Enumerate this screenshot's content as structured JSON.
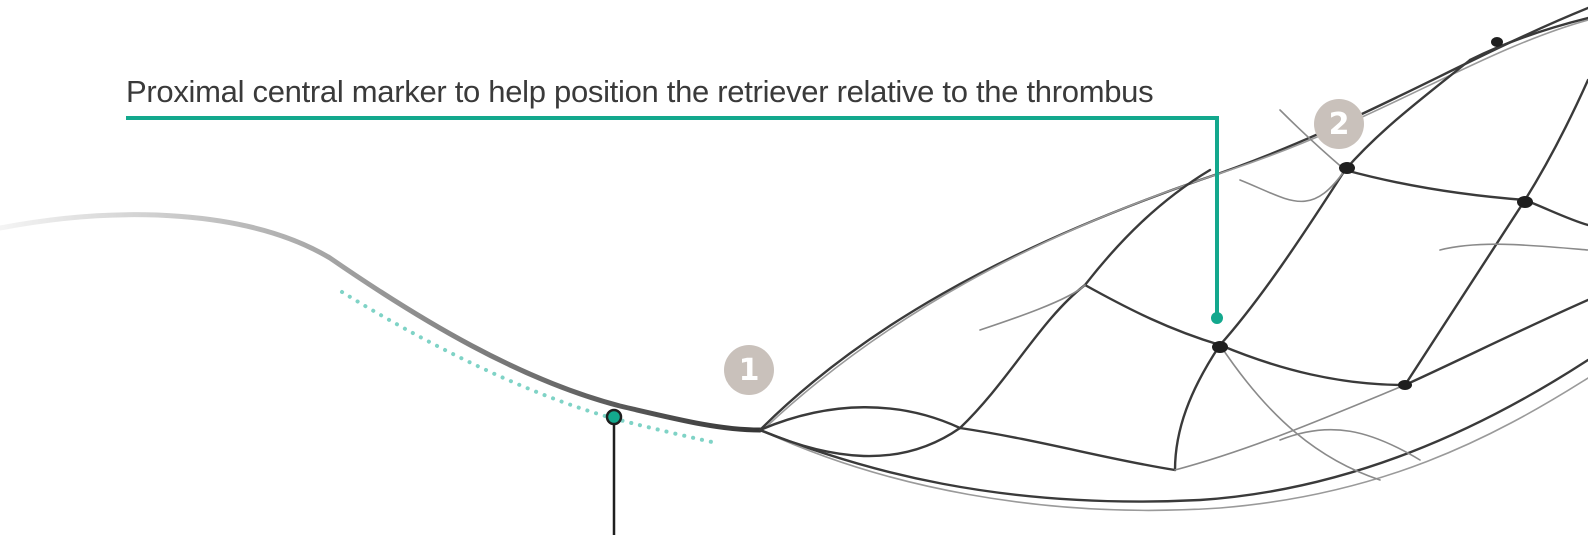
{
  "callout": {
    "label": "Proximal central marker to help position the retriever relative to the thrombus"
  },
  "badges": [
    "1",
    "2"
  ],
  "colors": {
    "accent": "#13a88d",
    "dots": "#7fd3c6",
    "wire": "#2b2b2b",
    "badge": "#c9c1bb"
  }
}
